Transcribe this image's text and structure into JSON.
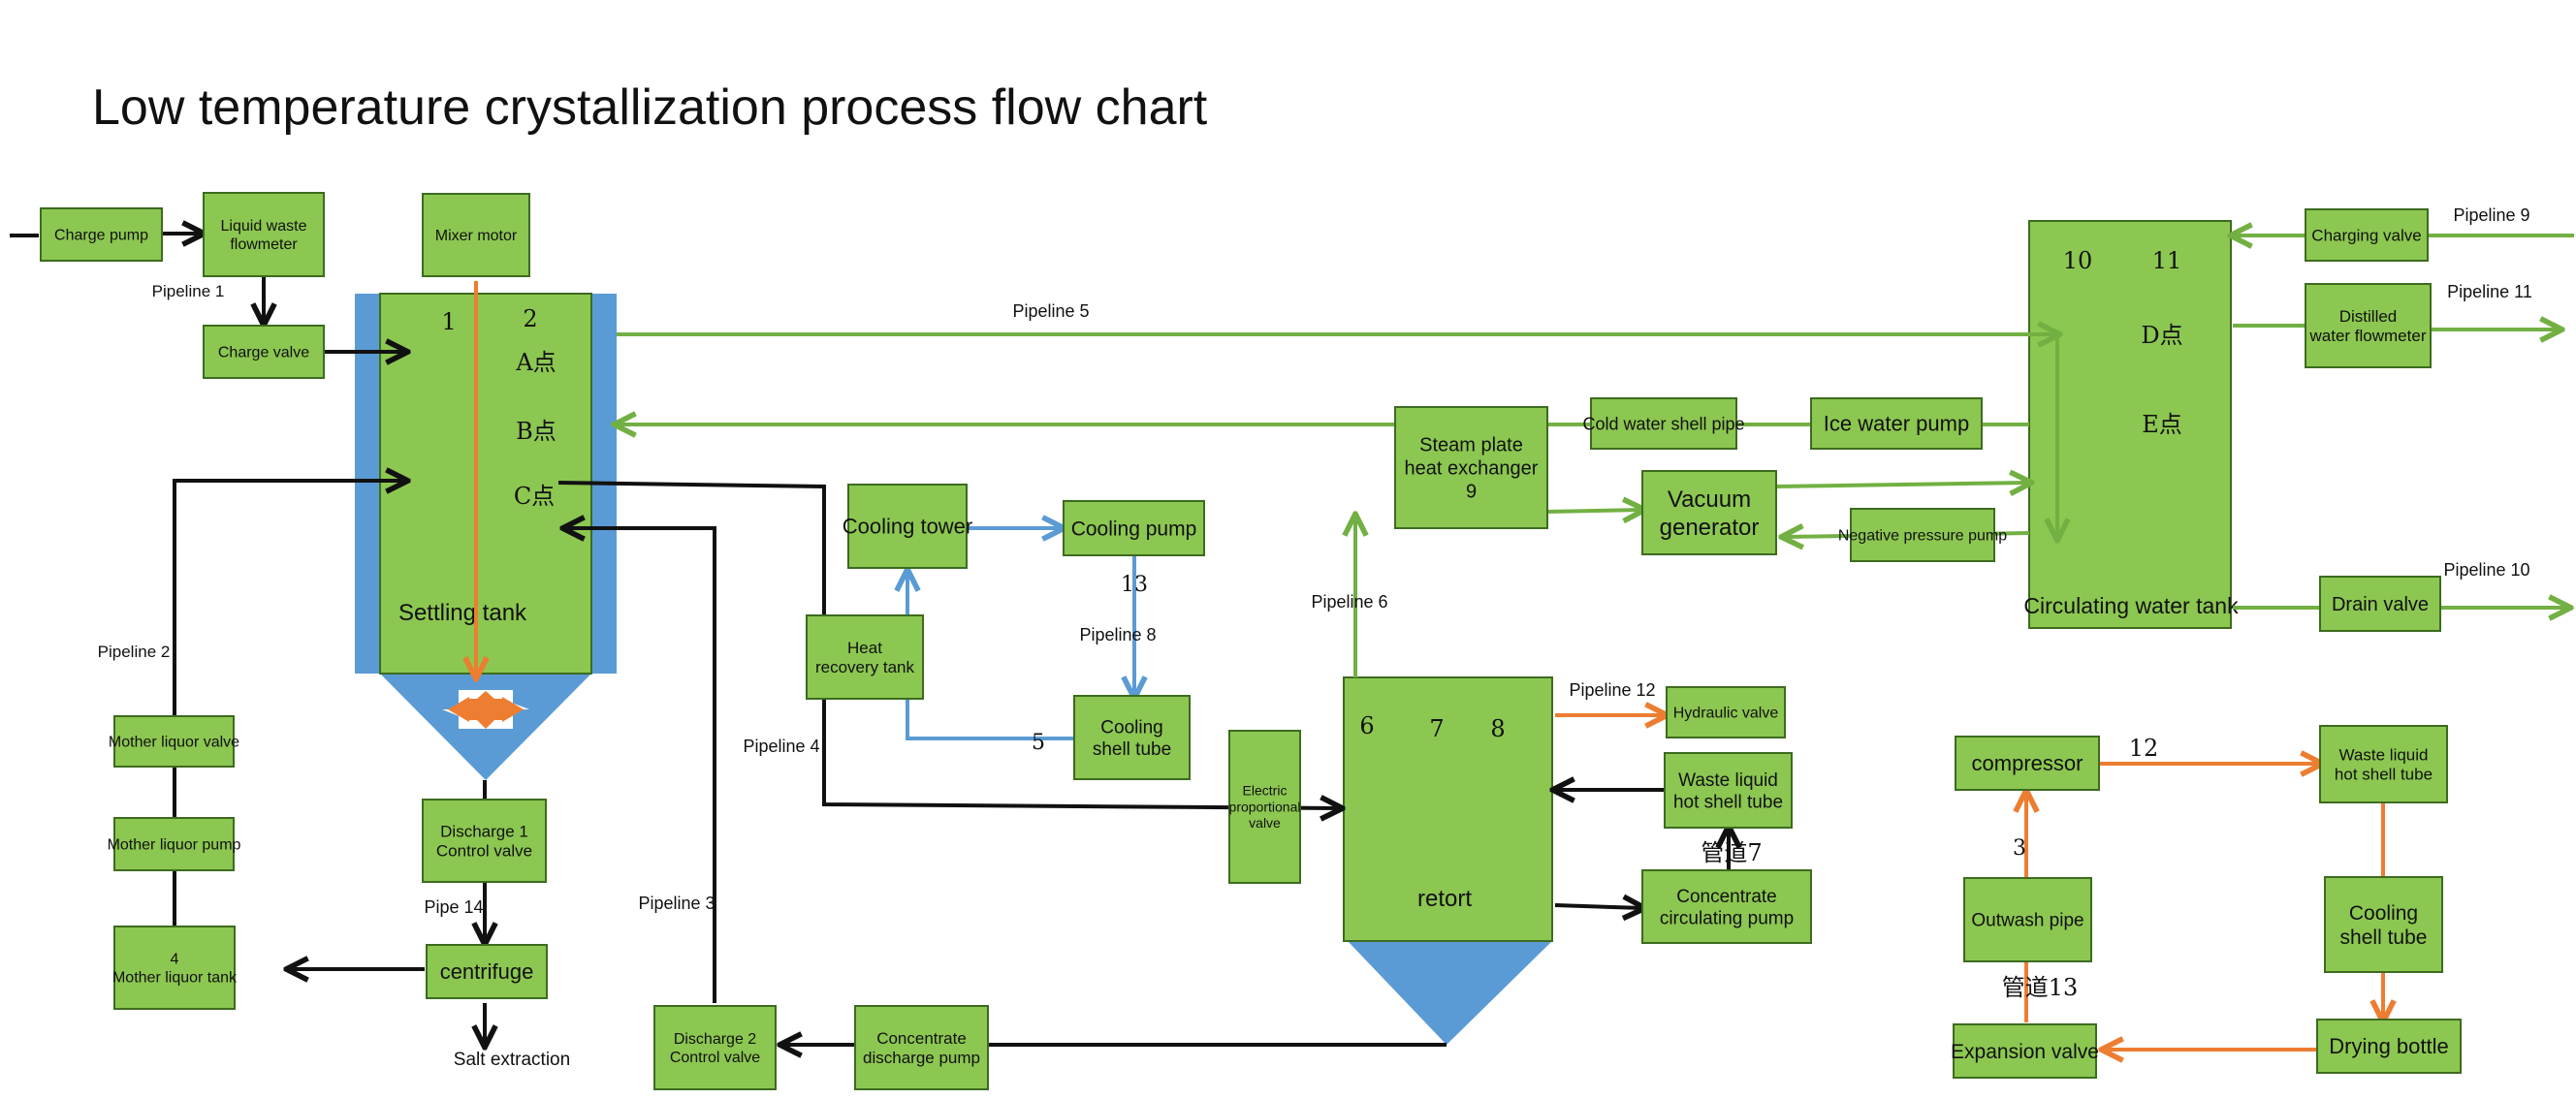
{
  "title": "Low temperature crystallization process flow chart",
  "colors": {
    "box_fill": "#8cc751",
    "box_stroke": "#3d6b1f",
    "tank_blue": "#5b9bd5",
    "black_line": "#111111",
    "green_line": "#72b043",
    "blue_line": "#5b9bd5",
    "orange_line": "#ed7d31"
  },
  "boxes": {
    "charge_pump": [
      "Charge pump"
    ],
    "liquid_waste_flowmeter": [
      "Liquid  waste",
      "flowmeter"
    ],
    "charge_valve": [
      "Charge valve"
    ],
    "mixer_motor": [
      "Mixer motor"
    ],
    "mother_liquor_valve": [
      "Mother liquor valve"
    ],
    "mother_liquor_pump": [
      "Mother liquor pump"
    ],
    "mother_liquor_tank": [
      "4",
      "Mother liquor tank"
    ],
    "discharge1": [
      "Discharge 1",
      "Control valve"
    ],
    "centrifuge": [
      "centrifuge"
    ],
    "discharge2": [
      "Discharge 2",
      "Control valve"
    ],
    "concentrate_discharge_pump": [
      "Concentrate",
      "discharge pump"
    ],
    "cooling_tower": [
      "Cooling tower"
    ],
    "cooling_pump": [
      "Cooling pump"
    ],
    "heat_recovery_tank": [
      "Heat",
      "recovery tank"
    ],
    "cooling_shell_tube": [
      "Cooling",
      "shell tube"
    ],
    "electric_valve": [
      "Electric",
      "proportional",
      "valve"
    ],
    "steam_plate": [
      "Steam plate",
      "heat exchanger",
      "9"
    ],
    "cold_water_shell_pipe": [
      "Cold water shell pipe"
    ],
    "ice_water_pump": [
      "Ice water pump"
    ],
    "vacuum_generator": [
      "Vacuum",
      "generator"
    ],
    "negative_pressure_pump": [
      "Negative pressure pump"
    ],
    "hydraulic_valve": [
      "Hydraulic valve"
    ],
    "waste_hot_shell_tube_a": [
      "Waste liquid",
      "hot shell tube"
    ],
    "concentrate_circ_pump": [
      "Concentrate",
      "circulating pump"
    ],
    "charging_valve": [
      "Charging valve"
    ],
    "distilled_flowmeter": [
      "Distilled",
      "water flowmeter"
    ],
    "drain_valve": [
      "Drain valve"
    ],
    "compressor": [
      "compressor"
    ],
    "waste_hot_shell_tube_b": [
      "Waste liquid",
      "hot shell tube"
    ],
    "outwash_pipe": [
      "Outwash pipe"
    ],
    "cooling_shell_tube_b": [
      "Cooling",
      "shell tube"
    ],
    "expansion_valve": [
      "Expansion valve"
    ],
    "drying_bottle": [
      "Drying bottle"
    ],
    "retort": [
      "retort"
    ],
    "circulating_water_tank": [
      "Circulating water tank"
    ]
  },
  "settling_tank": {
    "label": "Settling tank",
    "n1": "1",
    "n2": "2",
    "point_a": "A点",
    "point_b": "B点",
    "point_c": "C点"
  },
  "retort_numbers": [
    "6",
    "7",
    "8"
  ],
  "tank_numbers": [
    "10",
    "11"
  ],
  "tank_points": [
    "D点",
    "E点"
  ],
  "labels": {
    "pipeline1": "Pipeline 1",
    "pipeline2": "Pipeline 2",
    "pipeline3": "Pipeline 3",
    "pipeline4": "Pipeline 4",
    "pipeline5": "Pipeline 5",
    "pipeline6": "Pipeline 6",
    "pipeline8": "Pipeline 8",
    "pipeline9": "Pipeline 9",
    "pipeline10": "Pipeline 10",
    "pipeline11": "Pipeline 11",
    "pipeline12": "Pipeline 12",
    "pipe14": "Pipe 14",
    "guandao7": "管道7",
    "guandao13": "管道13",
    "salt_extraction": "Salt extraction",
    "n13": "13",
    "n5": "5",
    "n12": "12",
    "n3": "3"
  }
}
